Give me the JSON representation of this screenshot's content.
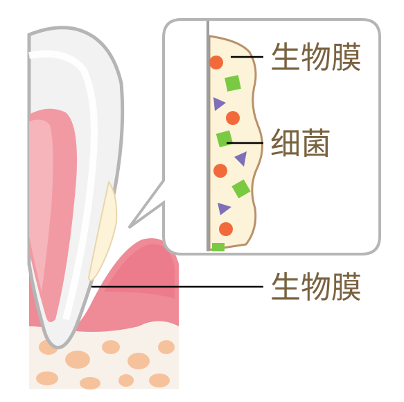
{
  "labels": {
    "inset_biofilm": "生物膜",
    "inset_bacteria": "细菌",
    "tooth_biofilm": "生物膜"
  },
  "colors": {
    "label_text": "#7a6240",
    "leader_line": "#000000",
    "tooth_enamel": "#f2f2f2",
    "tooth_outline": "#b5b5b5",
    "pulp": "#f19aa3",
    "gum": "#ef8a97",
    "bone": "#f7f1ea",
    "bone_spots": "#f6c29c",
    "biofilm": "#fcf3d8",
    "biofilm_edge": "#b8916a",
    "bacteria_circle": "#f26a3c",
    "bacteria_square": "#7ac943",
    "bacteria_triangle": "#7f6fb8"
  },
  "icons": [
    "bacteria-circle-icon",
    "bacteria-square-icon",
    "bacteria-triangle-icon"
  ]
}
